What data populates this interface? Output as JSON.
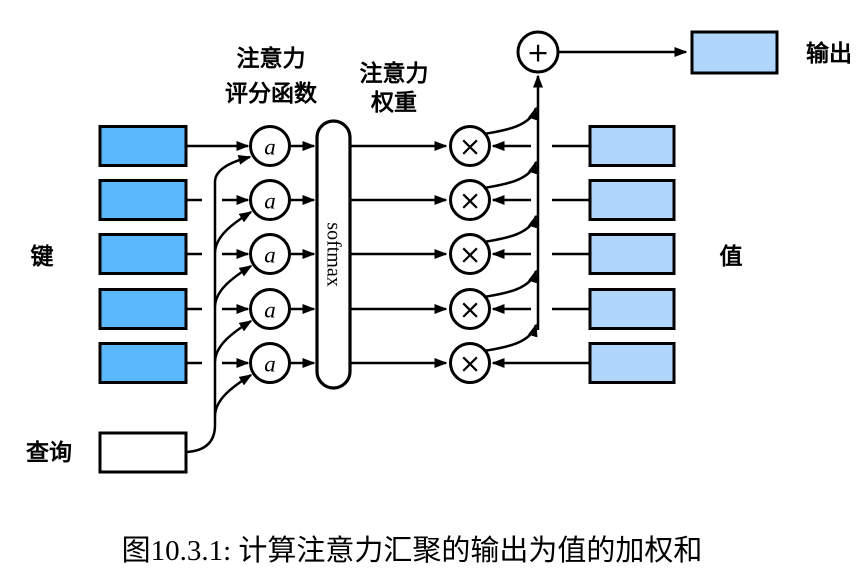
{
  "diagram": {
    "header_scoring": {
      "line1": "注意力",
      "line2": "评分函数"
    },
    "header_weights": {
      "line1": "注意力",
      "line2": "权重"
    },
    "side_labels": {
      "keys": "键",
      "query": "查询",
      "values": "值",
      "output": "输出"
    },
    "nodes": {
      "softmax_label": "softmax",
      "score_symbol": "a",
      "multiply_symbol": "×",
      "sum_symbol": "+"
    },
    "counts": {
      "key_rows": 5,
      "value_rows": 5
    },
    "colors": {
      "key_fill": "#5CB8FC",
      "value_fill": "#B0D7FB",
      "output_fill": "#B0D7FB",
      "query_fill": "#FFFFFF",
      "line": "#000000"
    },
    "caption": "图10.3.1: 计算注意力汇聚的输出为值的加权和"
  }
}
